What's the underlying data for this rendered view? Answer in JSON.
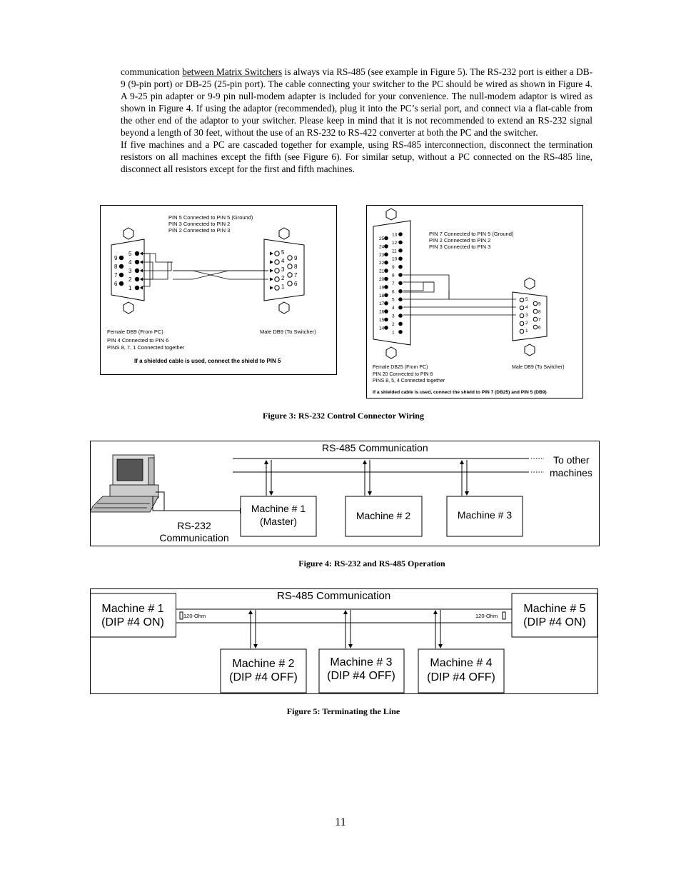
{
  "paragraphs": {
    "p1_pre": "communication ",
    "p1_link": "between Matrix Switchers",
    "p1_post": " is always via RS-485 (see example in Figure 5). The RS-232 port is either a DB-9 (9-pin port) or DB-25 (25-pin port). The cable connecting your switcher to the PC should be wired as shown in Figure 4. A 9-25 pin adapter or 9-9 pin null-modem adapter is included for your convenience. The null-modem adaptor is wired as shown in Figure 4. If using the adaptor (recommended), plug it into the PC’s serial port, and connect via a flat-cable from the other end of the adaptor to your switcher. Please keep in mind that it is not recommended to extend an RS-232 signal beyond a length of 30 feet, without the use of an RS-232 to RS-422 converter at both the PC and the switcher.",
    "p2": "If five machines and a PC are cascaded together for example, using RS-485 interconnection, disconnect the termination resistors on all machines except the fifth (see Figure 6). For similar setup, without a PC connected on the RS-485 line, disconnect all resistors except for the first and fifth machines."
  },
  "fig3a": {
    "notes": [
      "PIN 5 Connected to PIN 5 (Ground)",
      "PIN 3 Connected to PIN 2",
      "PIN 2 Connected to PIN 3"
    ],
    "left_label": "Female DB9 (From PC)",
    "right_label": "Male DB9 (To Switcher)",
    "bottom_notes": [
      "PIN 4 Connected to PIN 6",
      "PINS 8, 7, 1 Connected together"
    ],
    "shield_note": "If a shielded cable is used, connect the shield to PIN 5",
    "left_pins_a": [
      "5",
      "4",
      "3",
      "2",
      "1"
    ],
    "left_pins_b": [
      "9",
      "8",
      "7",
      "6"
    ],
    "right_pins_a": [
      "5",
      "4",
      "3",
      "2",
      "1"
    ],
    "right_pins_b": [
      "9",
      "8",
      "7",
      "6"
    ]
  },
  "fig3b": {
    "notes": [
      "PIN 7 Connected to PIN 5 (Ground)",
      "PIN 2 Connected to PIN 2",
      "PIN 3 Connected to PIN 3"
    ],
    "left_label": "Female DB25 (From PC)",
    "right_label": "Male DB9 (To Switcher)",
    "bottom_notes": [
      "PIN 20 Connected to PIN 6",
      "PINS 8, 5, 4 Connected together"
    ],
    "shield_note": "If a shielded cable is used, connect the shield to PIN 7 (DB25) and PIN 5 (DB9)",
    "pins_a": [
      "13",
      "12",
      "11",
      "10",
      "9",
      "8",
      "7",
      "6",
      "5",
      "4",
      "3",
      "2",
      "1"
    ],
    "pins_b": [
      "25",
      "24",
      "23",
      "22",
      "21",
      "20",
      "19",
      "18",
      "17",
      "16",
      "15",
      "14"
    ],
    "db9_pins_a": [
      "5",
      "4",
      "3",
      "2",
      "1"
    ],
    "db9_pins_b": [
      "9",
      "8",
      "7",
      "6"
    ]
  },
  "captions": {
    "fig3": "Figure 3: RS-232 Control Connector Wiring",
    "fig4": "Figure 4: RS-232 and RS-485 Operation",
    "fig5": "Figure 5: Terminating the Line"
  },
  "fig4": {
    "bus_label": "RS-485 Communication",
    "other_1": "To other",
    "other_2": "machines",
    "m1_a": "Machine # 1",
    "m1_b": "(Master)",
    "m2": "Machine # 2",
    "m3": "Machine # 3",
    "rs232_a": "RS-232",
    "rs232_b": "Communication"
  },
  "fig5": {
    "bus_label": "RS-485 Communication",
    "m1_a": "Machine # 1",
    "m1_b": "(DIP #4 ON)",
    "m5_a": "Machine # 5",
    "m5_b": "(DIP #4 ON)",
    "m2_a": "Machine # 2",
    "m2_b": "(DIP #4 OFF)",
    "m3_a": "Machine # 3",
    "m3_b": "(DIP #4 OFF)",
    "m4_a": "Machine # 4",
    "m4_b": "(DIP #4 OFF)",
    "res_left": "120-Ohm",
    "res_right": "120-Ohm"
  },
  "page_number": "11"
}
